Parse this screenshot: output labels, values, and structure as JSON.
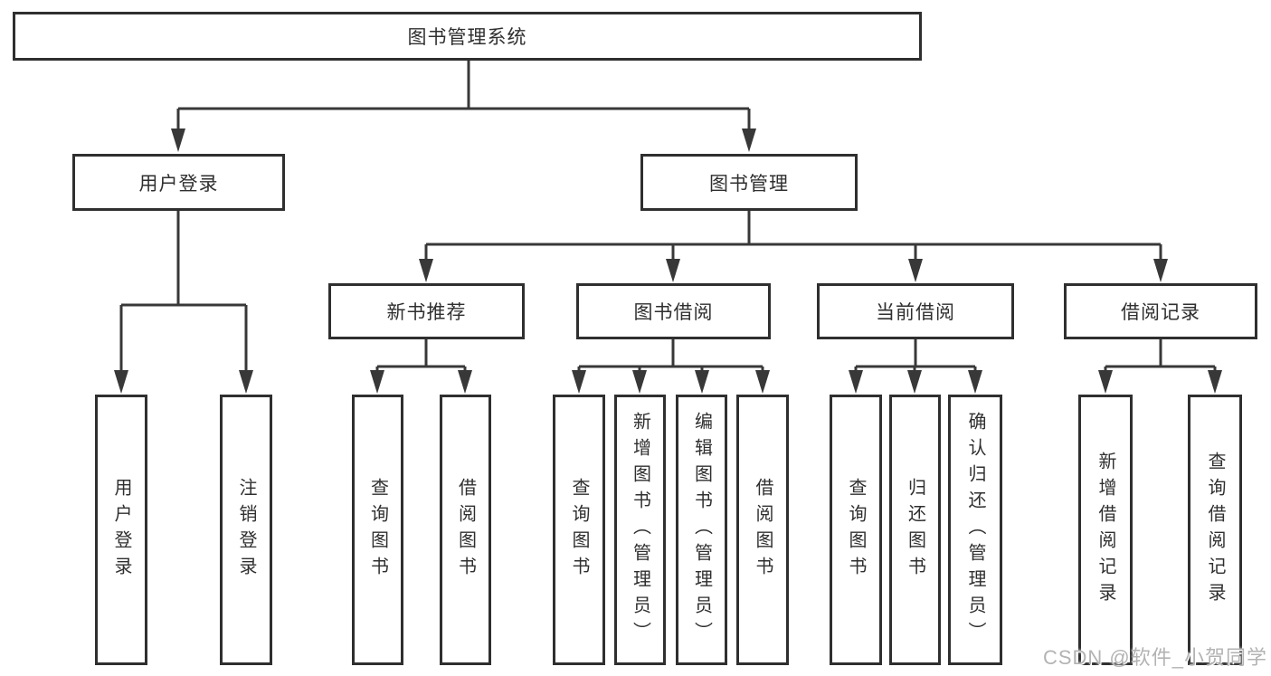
{
  "diagram": {
    "title": "图书管理系统",
    "colors": {
      "border": "#2f2f2f",
      "line": "#383838",
      "text": "#2f2f2f",
      "watermark": "#b3b3b3",
      "background": "#ffffff"
    },
    "nodes": {
      "root": "图书管理系统",
      "user_login": "用户登录",
      "book_mgmt": "图书管理",
      "new_book_rec": "新书推荐",
      "book_borrow": "图书借阅",
      "current_borrow": "当前借阅",
      "borrow_records": "借阅记录",
      "leaf_user_login": "用户登录",
      "leaf_logout": "注销登录",
      "leaf_nbr_query": "查询图书",
      "leaf_nbr_borrow": "借阅图书",
      "leaf_bb_query": "查询图书",
      "leaf_bb_add": "新增图书（管理员）",
      "leaf_bb_edit": "编辑图书（管理员）",
      "leaf_bb_borrow": "借阅图书",
      "leaf_cb_query": "查询图书",
      "leaf_cb_return": "归还图书",
      "leaf_cb_confirm": "确认归还（管理员）",
      "leaf_br_add": "新增借阅记录",
      "leaf_br_query": "查询借阅记录"
    },
    "hierarchy": {
      "图书管理系统": {
        "用户登录": [
          "用户登录",
          "注销登录"
        ],
        "图书管理": {
          "新书推荐": [
            "查询图书",
            "借阅图书"
          ],
          "图书借阅": [
            "查询图书",
            "新增图书（管理员）",
            "编辑图书（管理员）",
            "借阅图书"
          ],
          "当前借阅": [
            "查询图书",
            "归还图书",
            "确认归还（管理员）"
          ],
          "借阅记录": [
            "新增借阅记录",
            "查询借阅记录"
          ]
        }
      }
    }
  },
  "watermark": "CSDN @软件_小贺同学"
}
